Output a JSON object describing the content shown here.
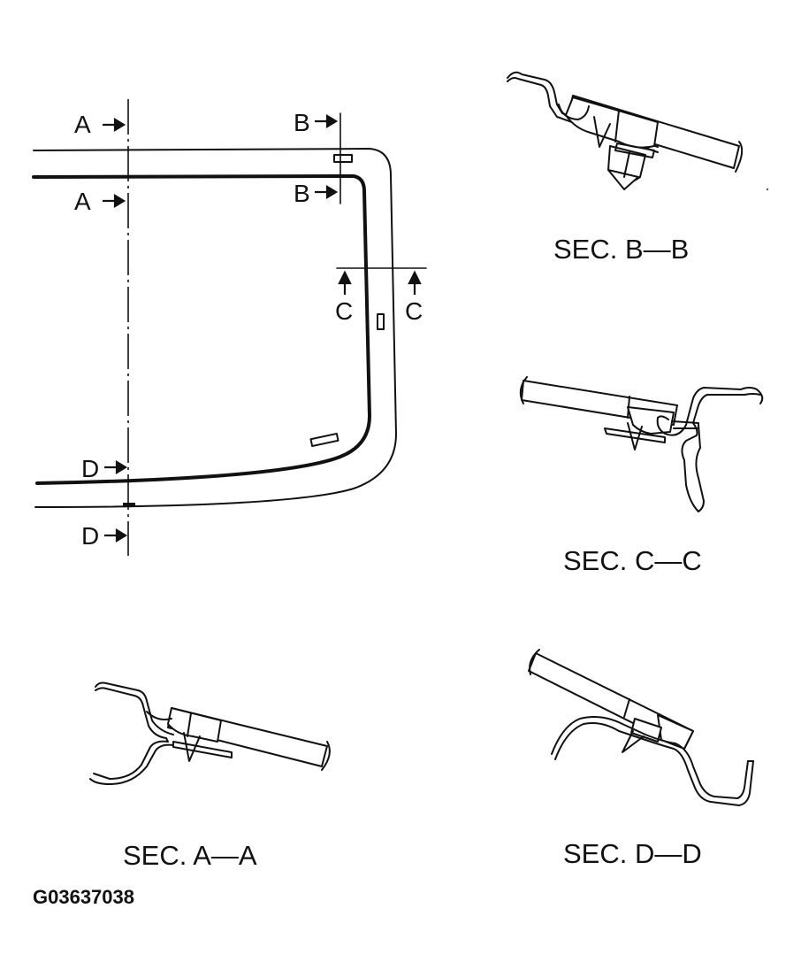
{
  "cut_markers": {
    "a_top": "A",
    "a_bottom": "A",
    "b_top": "B",
    "b_bottom": "B",
    "c_left": "C",
    "c_right": "C",
    "d_top": "D",
    "d_bottom": "D"
  },
  "sections": {
    "bb": "SEC. B—B",
    "cc": "SEC. C—C",
    "aa": "SEC. A—A",
    "dd": "SEC. D—D"
  },
  "figure_code": "G03637038",
  "icons": [
    "arrow-right-icon",
    "arrow-up-icon"
  ]
}
